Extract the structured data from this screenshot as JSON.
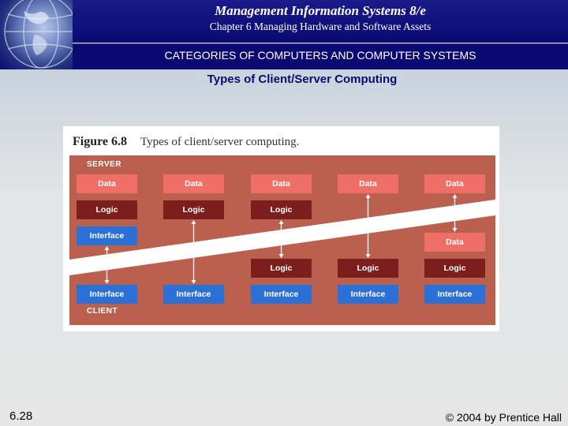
{
  "header": {
    "book_title": "Management Information Systems 8/e",
    "chapter_title": "Chapter 6 Managing Hardware and Software Assets",
    "category": "CATEGORIES OF COMPUTERS AND COMPUTER SYSTEMS",
    "logo_icon": "globe-icon"
  },
  "slide": {
    "subtitle": "Types of Client/Server Computing",
    "number": "6.28",
    "copyright": "© 2004 by Prentice Hall"
  },
  "figure": {
    "label": "Figure 6.8",
    "caption": "Types of client/server computing.",
    "server_label": "SERVER",
    "client_label": "CLIENT",
    "colors": {
      "panel": "#bb5f4e",
      "data": "#ef6f66",
      "logic": "#7c1e1b",
      "interface": "#2b70d6",
      "divider": "#ffffff"
    },
    "columns": [
      {
        "server": [
          "Data",
          "Logic",
          "Interface"
        ],
        "client": [
          "Interface"
        ]
      },
      {
        "server": [
          "Data",
          "Logic"
        ],
        "client": [
          "Interface"
        ]
      },
      {
        "server": [
          "Data",
          "Logic"
        ],
        "client": [
          "Logic",
          "Interface"
        ]
      },
      {
        "server": [
          "Data"
        ],
        "client": [
          "Logic",
          "Interface"
        ]
      },
      {
        "server": [
          "Data"
        ],
        "client": [
          "Data",
          "Logic",
          "Interface"
        ]
      }
    ]
  }
}
